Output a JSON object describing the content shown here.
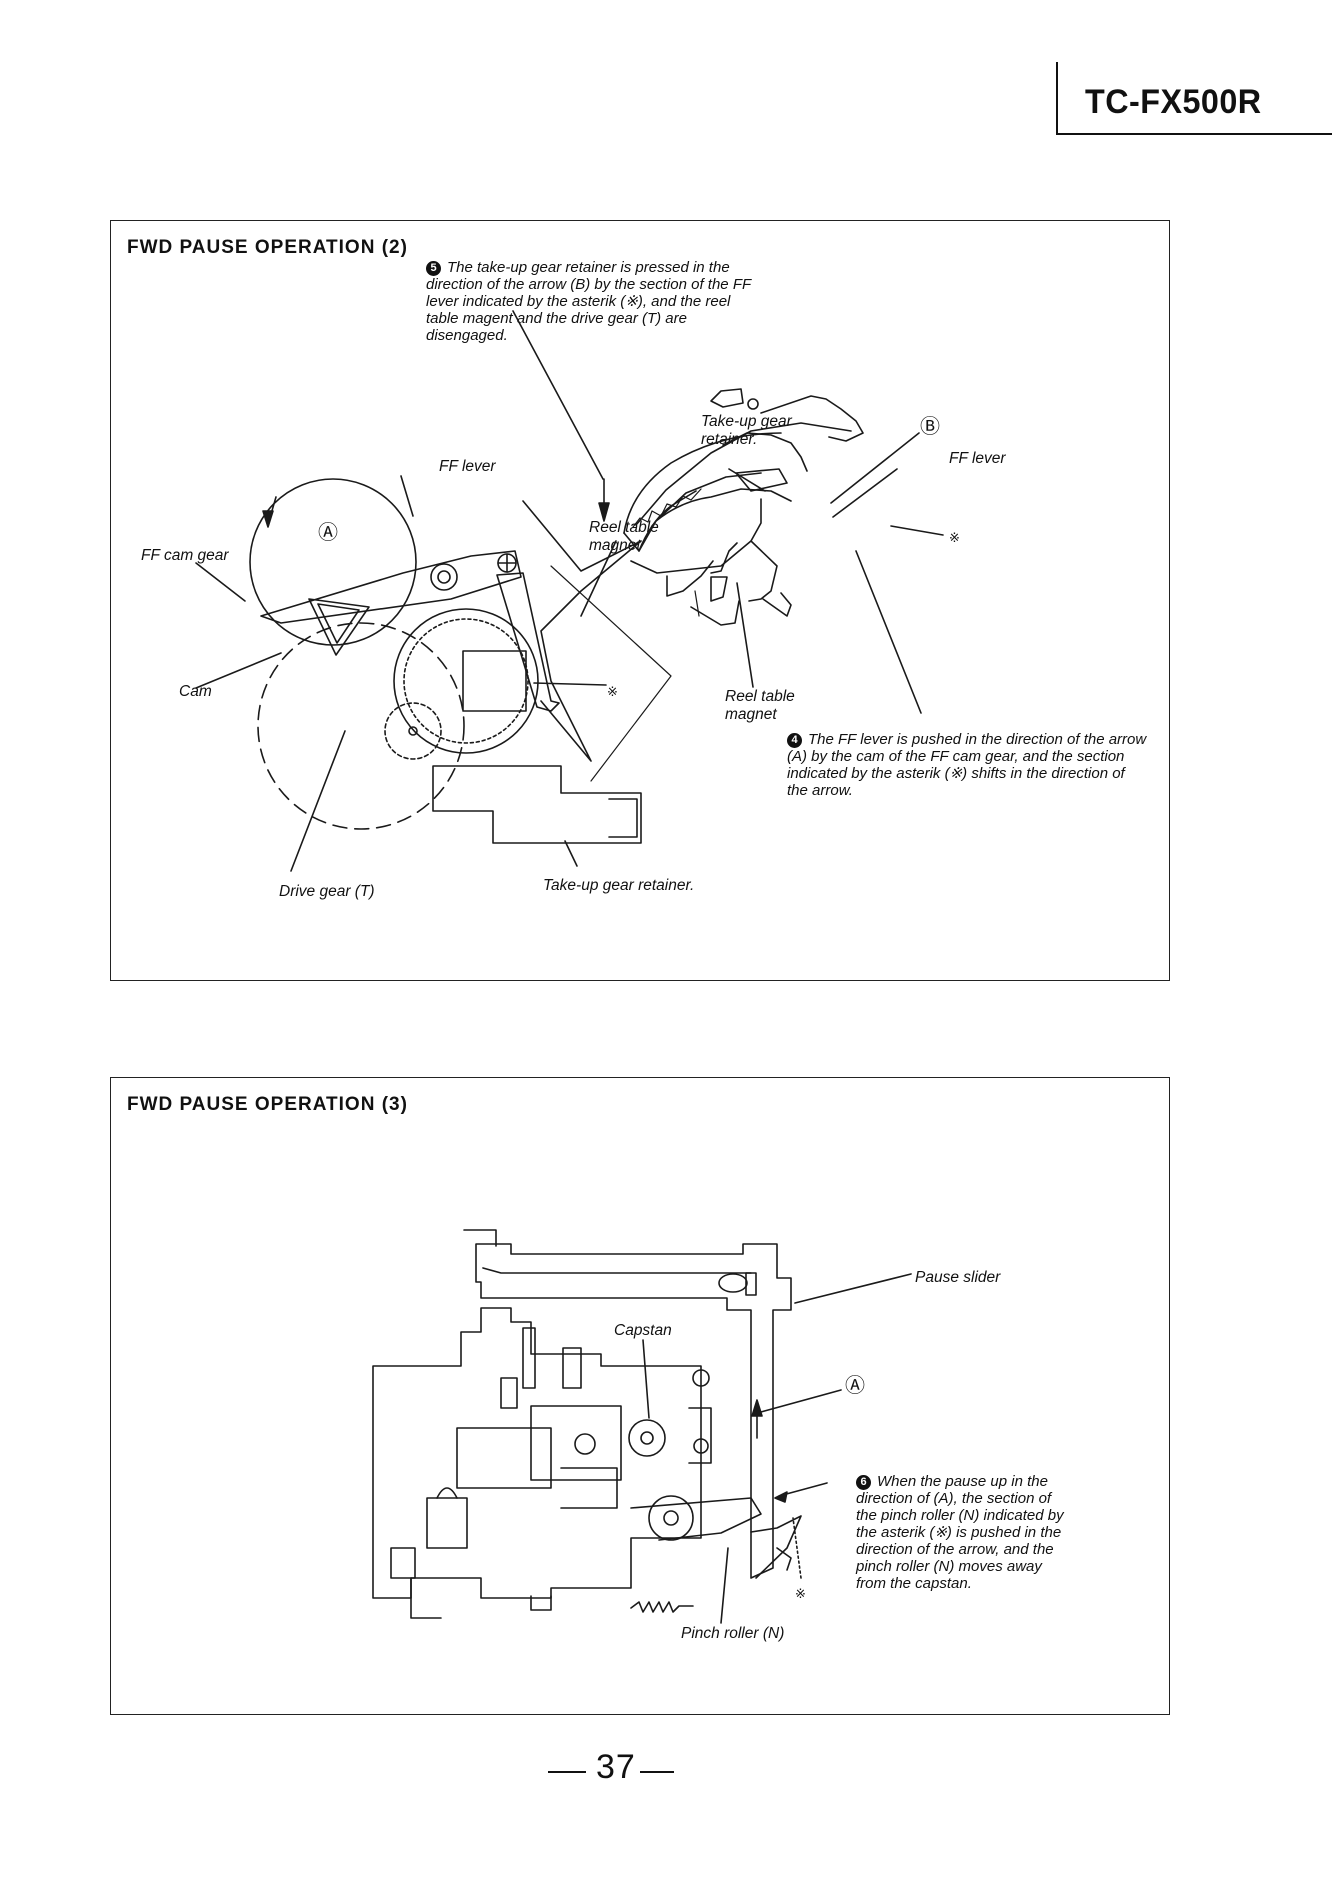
{
  "header": {
    "model": "TC-FX500R"
  },
  "panel1": {
    "title": "FWD PAUSE OPERATION (2)",
    "note5": {
      "num": "5",
      "text": "The take-up gear retainer is pressed in the direction of the arrow (B) by the section of the FF lever indicated by the asterik (※), and the reel table magent and the drive gear (T) are disengaged."
    },
    "note4": {
      "num": "4",
      "text": "The FF lever is pushed in the direction of the arrow (A) by the cam of the FF cam gear, and the section indicated by the asterik (※) shifts in the direction of the arrow."
    },
    "labels": {
      "ff_lever_left": "FF lever",
      "reel_table_magnet_left": "Reel table magnet",
      "ff_cam_gear": "FF cam gear",
      "cam": "Cam",
      "drive_gear": "Drive gear (T)",
      "takeup_retainer_bottom": "Take-up gear retainer.",
      "takeup_retainer_top": "Take-up gear retainer.",
      "ff_lever_right": "FF lever",
      "reel_table_magnet_right": "Reel table magnet",
      "marker_a": "Ⓐ",
      "marker_b": "Ⓑ",
      "asterisk": "※"
    }
  },
  "panel2": {
    "title": "FWD PAUSE OPERATION (3)",
    "note6": {
      "num": "6",
      "text": "When the pause up in the direction of (A), the section of the pinch roller (N) indicated by the asterik (※) is pushed in the direction of the arrow, and the pinch roller (N) moves away from the capstan."
    },
    "labels": {
      "pause_slider": "Pause slider",
      "capstan": "Capstan",
      "pinch_roller": "Pinch roller (N)",
      "marker_a": "Ⓐ",
      "asterisk": "※"
    }
  },
  "footer": {
    "page_number": "37"
  }
}
